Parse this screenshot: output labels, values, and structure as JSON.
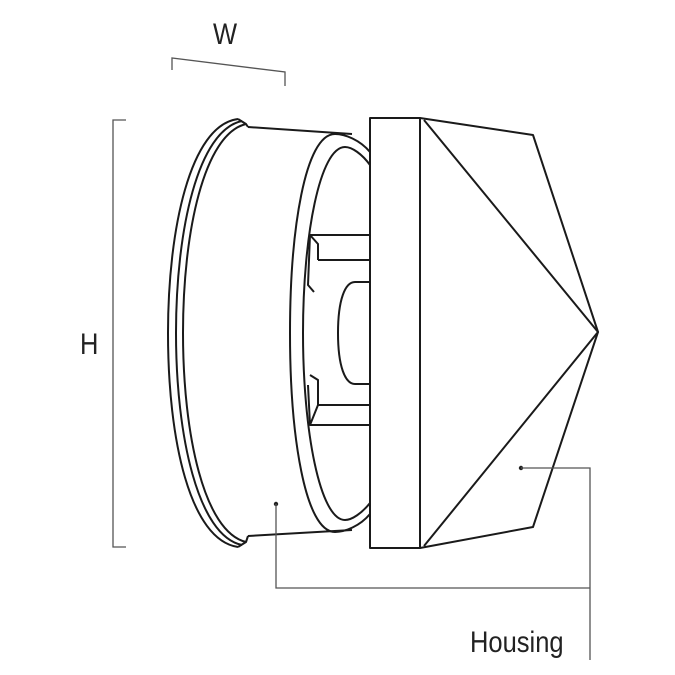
{
  "labels": {
    "width": "W",
    "height": "H",
    "housing": "Housing"
  }
}
